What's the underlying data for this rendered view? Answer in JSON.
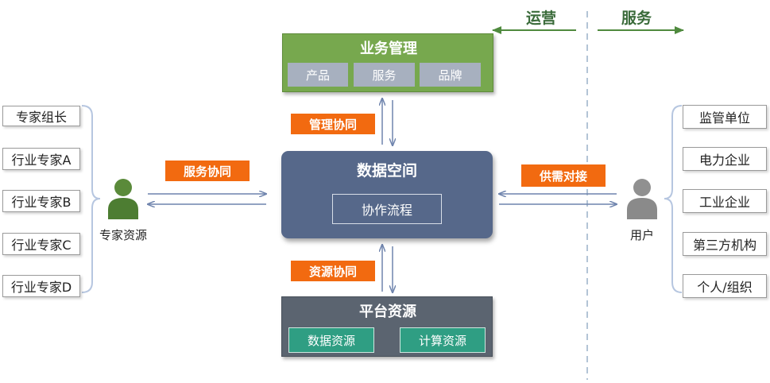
{
  "header": {
    "left_label": "运营",
    "right_label": "服务"
  },
  "business": {
    "title": "业务管理",
    "items": [
      "产品",
      "服务",
      "品牌"
    ]
  },
  "center": {
    "title": "数据空间",
    "inner": "协作流程"
  },
  "platform": {
    "title": "平台资源",
    "items": [
      "数据资源",
      "计算资源"
    ]
  },
  "sync": {
    "management": "管理协同",
    "service": "服务协同",
    "resource": "资源协同",
    "supply": "供需对接"
  },
  "expert": {
    "label": "专家资源",
    "items": [
      "专家组长",
      "行业专家A",
      "行业专家B",
      "行业专家C",
      "行业专家D"
    ]
  },
  "user": {
    "label": "用户",
    "items": [
      "监管单位",
      "电力企业",
      "工业企业",
      "第三方机构",
      "个人/组织"
    ]
  },
  "colors": {
    "green": "#77a84e",
    "blue": "#56688a",
    "dark": "#5b6470",
    "orange": "#f26a10",
    "teal": "#2f9e83",
    "arrow": "#6f84ad"
  }
}
